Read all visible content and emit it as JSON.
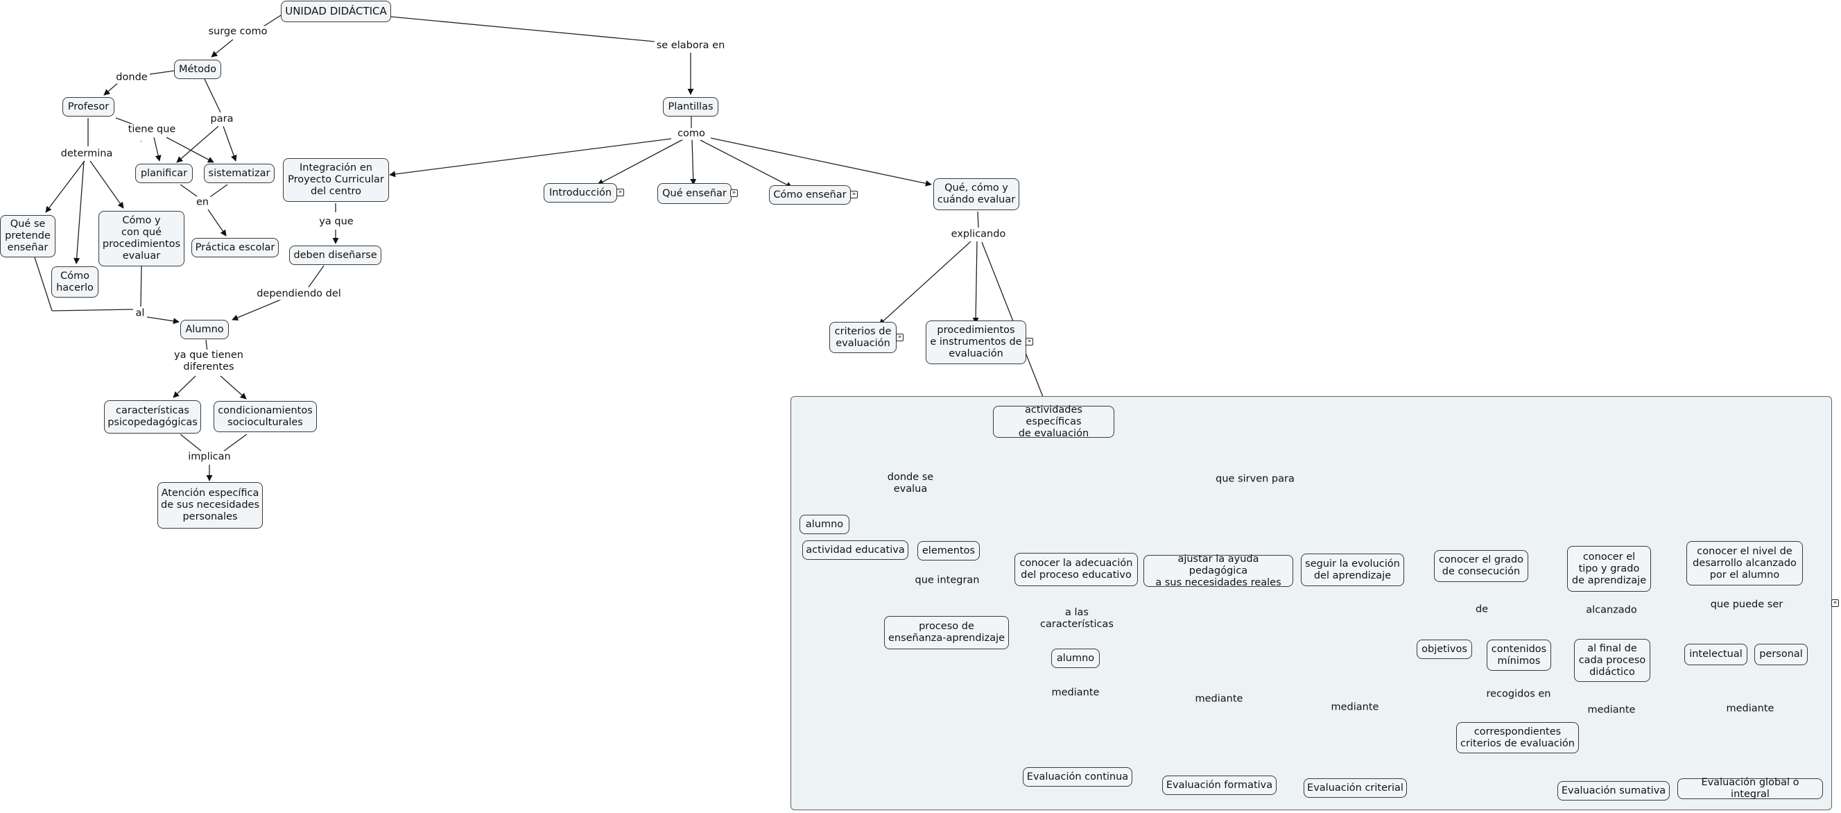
{
  "map": {
    "nodes": {
      "unidad": "UNIDAD DIDÁCTICA",
      "metodo": "Método",
      "profesor": "Profesor",
      "planificar": "planificar",
      "sistematizar": "sistematizar",
      "practica": "Práctica escolar",
      "que_pretende": "Qué se\npretende\nenseñar",
      "como_hacerlo": "Cómo\nhacerlo",
      "como_procedimientos": "Cómo y\ncon qué\nprocedimientos\nevaluar",
      "alumno": "Alumno",
      "caracteristicas": "características\npsicopedagógicas",
      "condicionamientos": "condicionamientos\nsocioculturales",
      "atencion": "Atención específica\nde sus necesidades\npersonales",
      "integracion": "Integración en\nProyecto Curricular\ndel centro",
      "deben": "deben diseñarse",
      "plantillas": "Plantillas",
      "introduccion": "Introducción",
      "que_ensenar": "Qué enseñar",
      "como_ensenar": "Cómo enseñar",
      "que_como_cuando": "Qué, cómo y\ncuándo evaluar",
      "criterios": "criterios de\nevaluación",
      "procedimientos": "procedimientos\ne instrumentos de\nevaluación",
      "actividades": "actividades específicas\nde evaluación",
      "alumno2": "alumno",
      "actividad_educativa": "actividad educativa",
      "elementos": "elementos",
      "proceso": "proceso de\nenseñanza-aprendizaje",
      "conocer_adecuacion": "conocer la adecuación\ndel proceso educativo",
      "ajustar": "ajustar la ayuda pedagógica\na sus necesidades reales",
      "seguir": "seguir la evolución\ndel aprendizaje",
      "conocer_grado": "conocer el grado\nde consecución",
      "conocer_tipo": "conocer el\ntipo y grado\nde aprendizaje",
      "conocer_nivel": "conocer el nivel de\ndesarrollo alcanzado\npor el alumno",
      "alumno3": "alumno",
      "objetivos": "objetivos",
      "contenidos": "contenidos\nmínimos",
      "correspondientes": "correspondientes\ncriterios de evaluación",
      "final": "al final de\ncada proceso\ndidáctico",
      "intelectual": "intelectual",
      "personal": "personal",
      "eval_continua": "Evaluación continua",
      "eval_formativa": "Evaluación formativa",
      "eval_criterial": "Evaluación criterial",
      "eval_sumativa": "Evaluación sumativa",
      "eval_global": "Evaluación global o integral"
    },
    "links": {
      "surge_como": "surge como",
      "se_elabora_en": "se elabora en",
      "donde": "donde",
      "para": "para",
      "tiene_que": "tiene que",
      "determina": "determina",
      "en": "en",
      "al": "al",
      "ya_que_tienen": "ya que tienen\ndiferentes",
      "implican": "implican",
      "ya_que": "ya que",
      "dependiendo_del": "dependiendo del",
      "como": "como",
      "explicando": "explicando",
      "donde_se_evalua": "donde se\nevalua",
      "que_sirven_para": "que sirven para",
      "que_integran": "que integran",
      "a_las": "a las\ncaracterísticas",
      "mediante_1": "mediante",
      "mediante_2": "mediante",
      "mediante_3": "mediante",
      "de": "de",
      "recogidos_en": "recogidos en",
      "alcanzado": "alcanzado",
      "mediante_4": "mediante",
      "que_puede_ser": "que puede ser",
      "mediante_5": "mediante"
    },
    "expand_icon": "»",
    "colors": {
      "node_fill": "#f2f5f7",
      "node_border": "#3a3a3a",
      "panel_fill": "#edf2f4",
      "line": "#222222"
    }
  }
}
